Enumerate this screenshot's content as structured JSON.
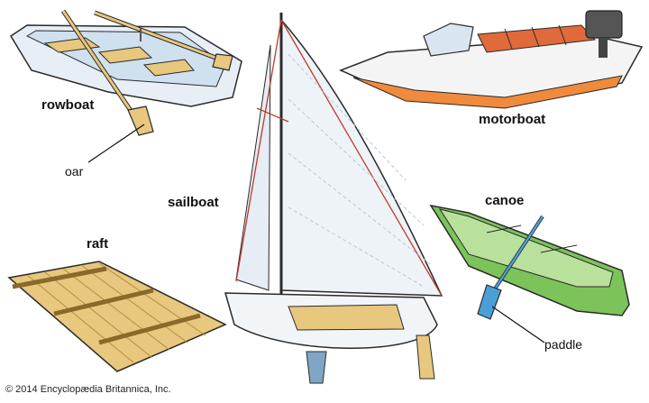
{
  "labels": {
    "rowboat": "rowboat",
    "oar": "oar",
    "motorboat": "motorboat",
    "sailboat": "sailboat",
    "canoe": "canoe",
    "raft": "raft",
    "paddle": "paddle"
  },
  "credit": "© 2014 Encyclopædia Britannica, Inc.",
  "colors": {
    "hull_light": "#e8eef5",
    "hull_stroke": "#2a2a2a",
    "wood": "#e8c77e",
    "canoe_green": "#7cc35a",
    "paddle_blue": "#4a9fd8",
    "motorboat_orange": "#f08a3c",
    "rigging_red": "#c0392b",
    "sail": "#eef3f8"
  }
}
